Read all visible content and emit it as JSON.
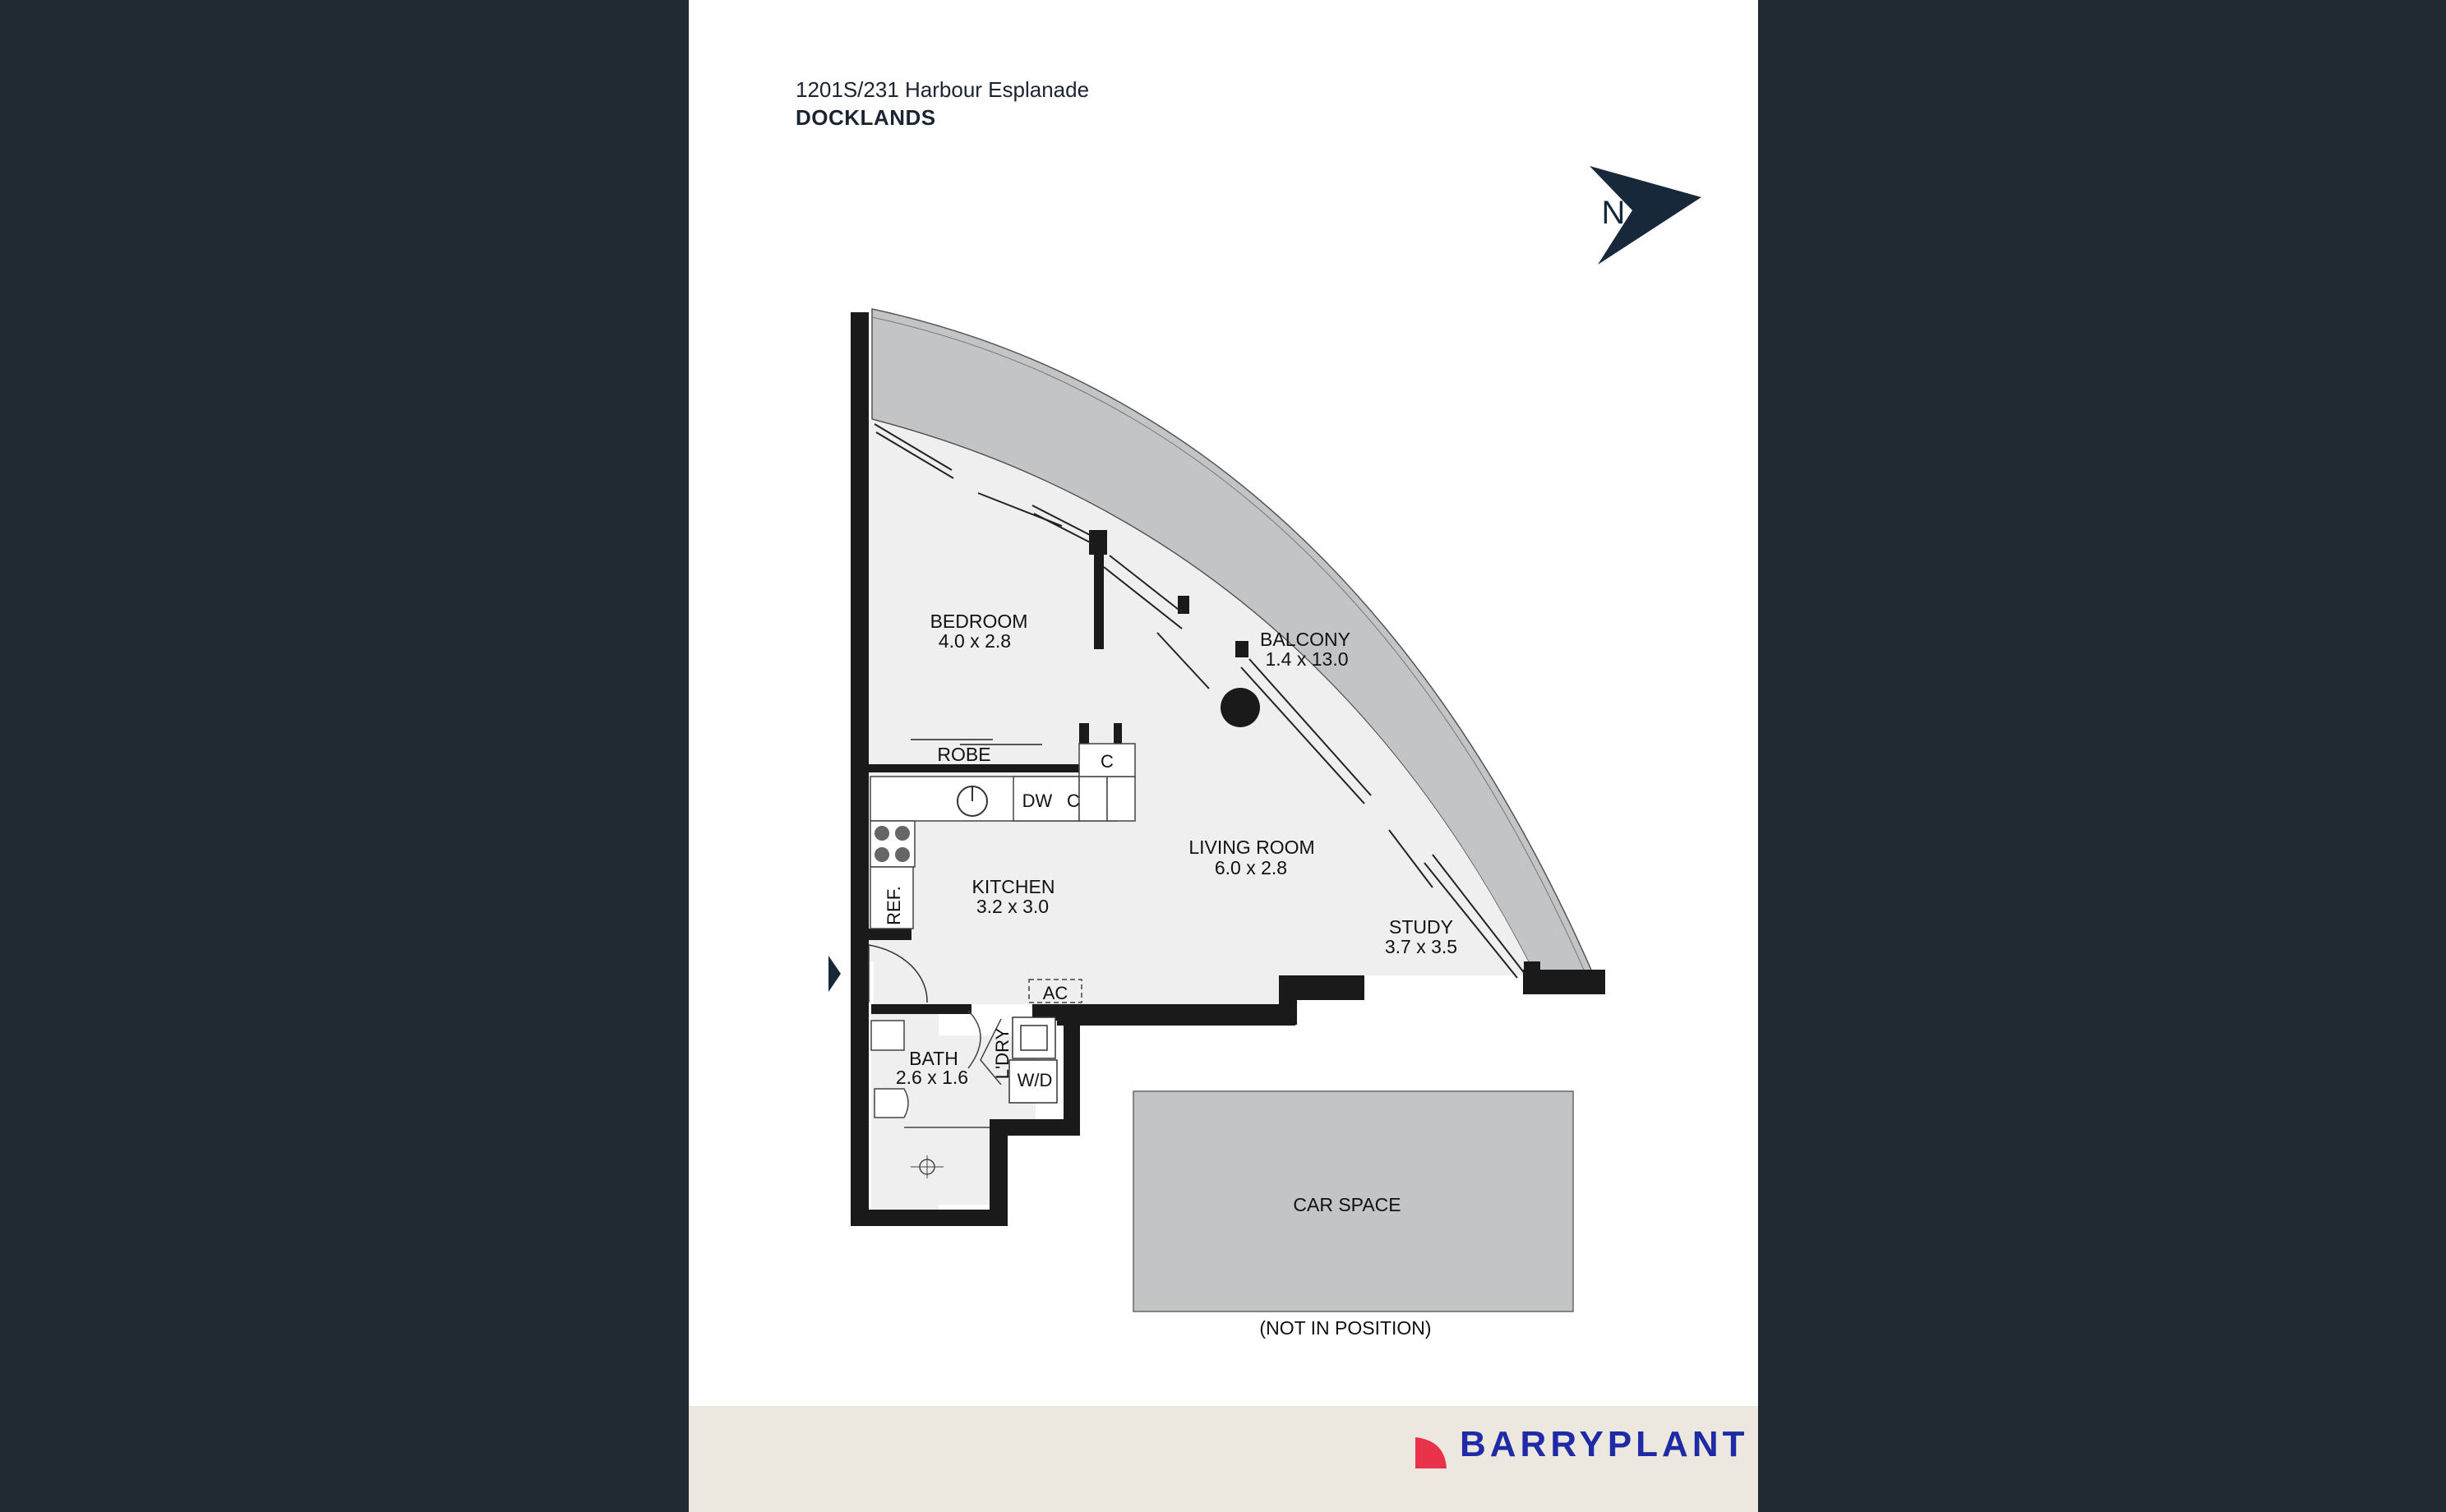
{
  "header": {
    "address_line": "1201S/231 Harbour Esplanade",
    "suburb": "DOCKLANDS"
  },
  "compass": {
    "label": "N"
  },
  "rooms": {
    "bedroom": {
      "name": "BEDROOM",
      "size": "4.0 x 2.8"
    },
    "balcony": {
      "name": "BALCONY",
      "size": "1.4 x 13.0"
    },
    "living": {
      "name": "LIVING ROOM",
      "size": "6.0 x 2.8"
    },
    "kitchen": {
      "name": "KITCHEN",
      "size": "3.2 x 3.0"
    },
    "study": {
      "name": "STUDY",
      "size": "3.7 x 3.5"
    },
    "bath": {
      "name": "BATH",
      "size": "2.6 x 1.6"
    },
    "laundry": {
      "name": "L'DRY"
    },
    "robe": {
      "name": "ROBE"
    }
  },
  "fixtures": {
    "c1": "C",
    "c2": "C",
    "dw": "DW",
    "ref": "REF.",
    "ac": "AC",
    "wd": "W/D"
  },
  "car_space": {
    "label": "CAR SPACE",
    "note": "(NOT IN POSITION)"
  },
  "brand": {
    "name": "BARRYPLANT",
    "color": "#1f2aa6",
    "accent": "#e8334a"
  },
  "colors": {
    "background": "#212a33",
    "footer": "#ece8df",
    "balcony": "#c3c4c6",
    "interior": "#efeff0",
    "walls": "#1a1a1a"
  }
}
